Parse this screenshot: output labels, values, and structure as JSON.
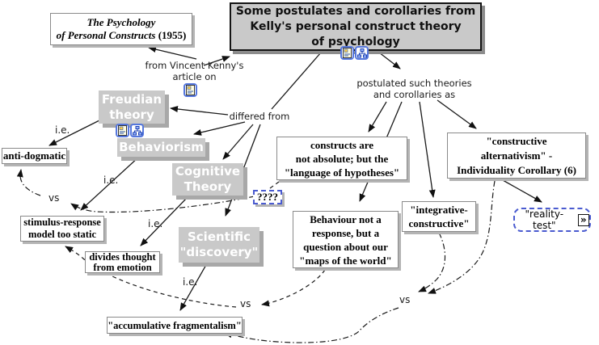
{
  "concepts": {
    "title": "Some postulates and corollaries from\nKelly's personal construct theory\nof psychology",
    "book_line1": "The Psychology",
    "book_line2": "of Personal Constructs",
    "book_year": "  (1955)",
    "freudian": "Freudian\ntheory",
    "behaviorism": "Behaviorism",
    "cognitive": "Cognitive\nTheory",
    "scientific": "Scientific\n\"discovery\"",
    "anti_dogmatic": "anti-dogmatic",
    "stimulus_response": "stimulus-response\nmodel too static",
    "divides_thought": "divides thought\nfrom emotion",
    "constructs_absolute": "constructs are\nnot absolute; but the\n\"language of hypotheses\"",
    "behaviour_maps": "Behaviour not a\nresponse, but a\nquestion about our\n\"maps of the world\"",
    "integrative": "\"integrative-\nconstructive\"",
    "constructive_alternativism": "\"constructive\nalternativism\" -\nIndividuality Corollary (6)",
    "reality_test": "\"reality-test\"",
    "questions": "????",
    "accumulative": "\"accumulative fragmentalism\""
  },
  "linking_phrases": {
    "from_vincent": "from Vincent Kenny's\narticle on",
    "postulated": "postulated such theories\nand corollaries as",
    "differed_from": "differed from",
    "ie": "i.e.",
    "vs": "vs"
  },
  "icons": {
    "expand_glyph": "»",
    "resource_icon_names": [
      "document-resource-icon",
      "tree-resource-icon"
    ]
  },
  "colors": {
    "node_gray": "#c9c9c9",
    "shadow_gray": "#a8a8a8",
    "annotation_blue": "#4a5bd0",
    "line_black": "#1a1a1a"
  }
}
